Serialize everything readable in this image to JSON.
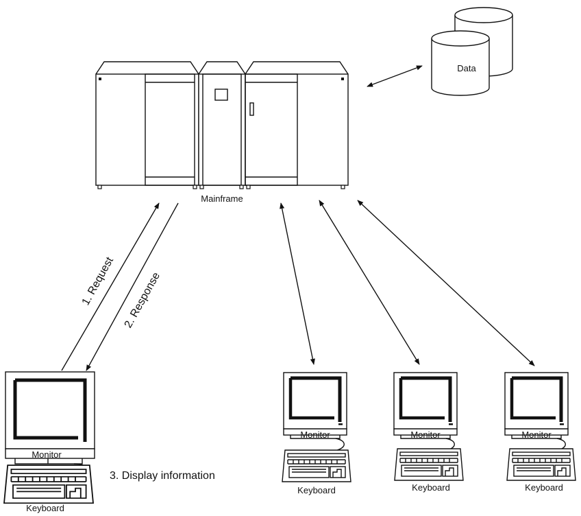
{
  "labels": {
    "data_store": "Data",
    "mainframe": "Mainframe",
    "request": "1. Request",
    "response": "2. Response",
    "display": "3. Display information"
  },
  "terminals": [
    {
      "monitor_label": "Monitor",
      "keyboard_label": "Keyboard"
    },
    {
      "monitor_label": "Monitor",
      "keyboard_label": "Keyboard"
    },
    {
      "monitor_label": "Monitor",
      "keyboard_label": "Keyboard"
    },
    {
      "monitor_label": "Monitor",
      "keyboard_label": "Keyboard"
    }
  ]
}
